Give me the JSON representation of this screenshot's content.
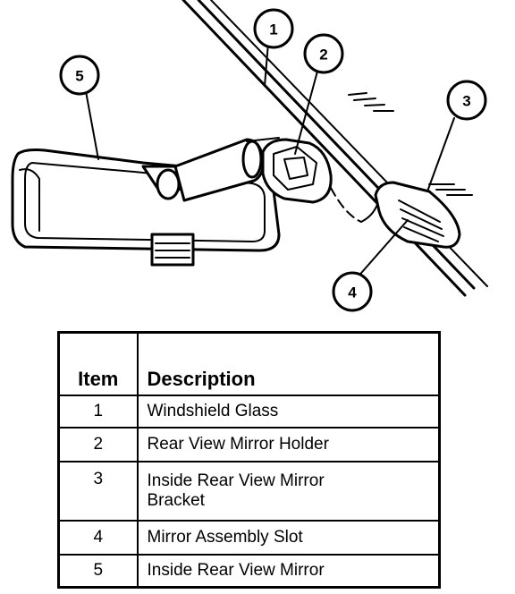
{
  "callouts": [
    "1",
    "2",
    "3",
    "4",
    "5"
  ],
  "table": {
    "headers": {
      "item": "Item",
      "description": "Description"
    },
    "rows": [
      {
        "item": "1",
        "description": "Windshield Glass"
      },
      {
        "item": "2",
        "description": "Rear View Mirror Holder"
      },
      {
        "item": "3",
        "description": "Inside Rear View Mirror Bracket"
      },
      {
        "item": "4",
        "description": "Mirror Assembly Slot"
      },
      {
        "item": "5",
        "description": "Inside Rear View Mirror"
      }
    ]
  }
}
